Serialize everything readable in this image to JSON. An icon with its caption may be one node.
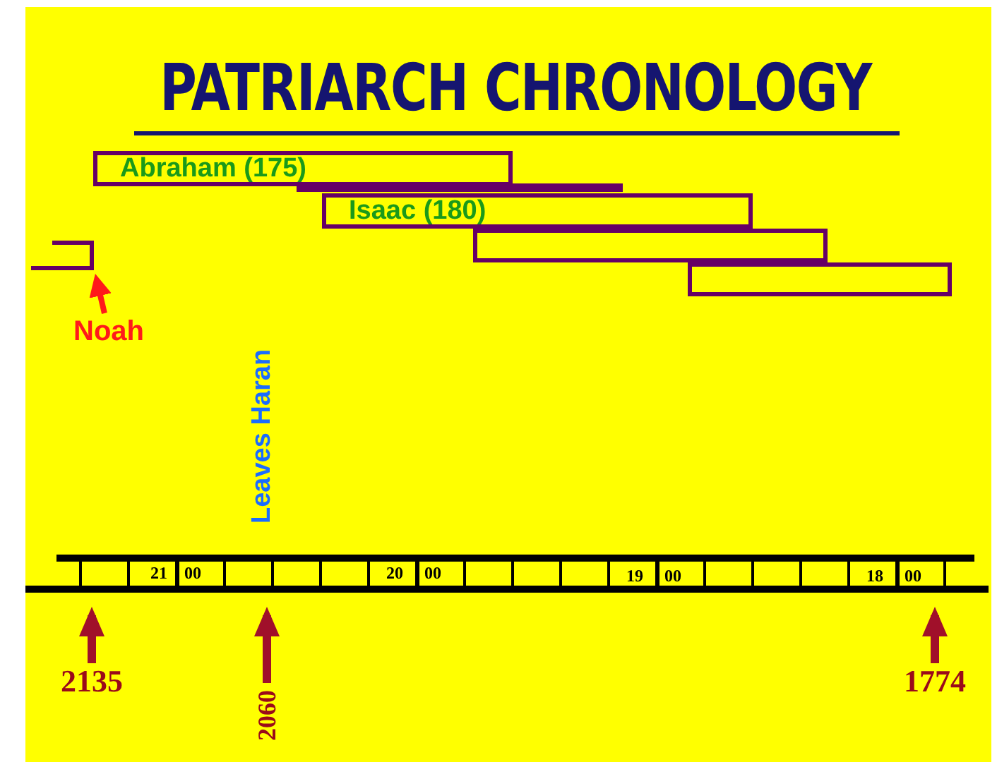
{
  "diagram": {
    "title": "PATRIARCH CHRONOLOGY",
    "nodes": [
      {
        "text": [
          "Abraham (175)"
        ]
      },
      {
        "text": [],
        "shape": "bar"
      },
      {
        "text": [
          "Isaac (180)"
        ]
      },
      {
        "text": [],
        "shape": "box"
      },
      {
        "text": [],
        "shape": "box"
      },
      {
        "text": [],
        "shape": "bracket"
      },
      {
        "text": [
          "Noah"
        ]
      },
      {
        "text": [],
        "shape": "timeline"
      },
      {
        "text": [
          "2135"
        ]
      },
      {
        "text": [
          "2060"
        ]
      },
      {
        "text": [
          "1774"
        ]
      }
    ],
    "edges": [
      {
        "from": 6,
        "to": 5,
        "arrow": "to",
        "color": "#ff1a1a"
      },
      {
        "from": 8,
        "to": 7,
        "arrow": "to"
      },
      {
        "from": 9,
        "to": 7,
        "arrow": "to"
      },
      {
        "from": 10,
        "to": 7,
        "arrow": "to"
      }
    ],
    "labels": [
      "Leaves Haran",
      "21",
      "00",
      "20",
      "00",
      "19",
      "00",
      "18",
      "00"
    ]
  }
}
